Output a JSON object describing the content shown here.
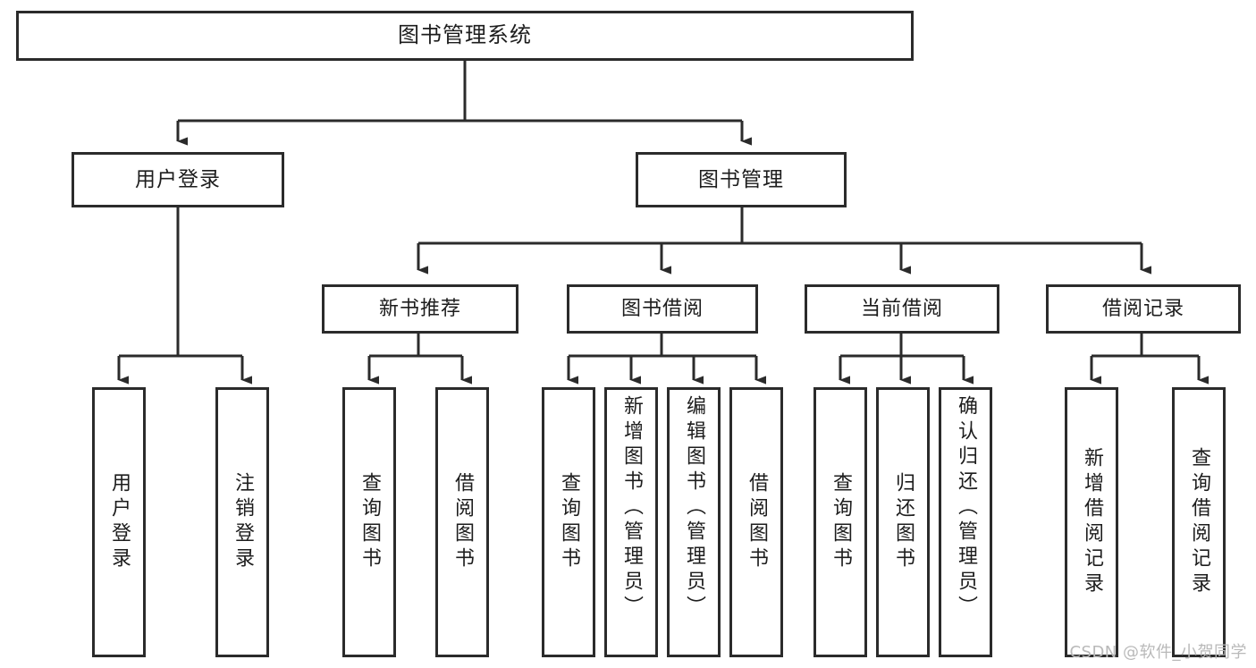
{
  "diagram": {
    "title": "图书管理系统",
    "type": "hierarchy-tree",
    "root": {
      "label": "图书管理系统"
    },
    "level1": [
      {
        "label": "用户登录"
      },
      {
        "label": "图书管理"
      }
    ],
    "level2": [
      {
        "label": "新书推荐"
      },
      {
        "label": "图书借阅"
      },
      {
        "label": "当前借阅"
      },
      {
        "label": "借阅记录"
      }
    ],
    "leaves": {
      "user_login": [
        {
          "label": "用户登录"
        },
        {
          "label": "注销登录"
        }
      ],
      "new_book_recommend": [
        {
          "label": "查询图书"
        },
        {
          "label": "借阅图书"
        }
      ],
      "book_borrow": [
        {
          "label": "查询图书"
        },
        {
          "label": "新增图书（管理员）"
        },
        {
          "label": "编辑图书（管理员）"
        },
        {
          "label": "借阅图书"
        }
      ],
      "current_borrow": [
        {
          "label": "查询图书"
        },
        {
          "label": "归还图书"
        },
        {
          "label": "确认归还（管理员）"
        }
      ],
      "borrow_record": [
        {
          "label": "新增借阅记录"
        },
        {
          "label": "查询借阅记录"
        }
      ]
    }
  },
  "watermark": {
    "text": "CSDN @软件_小贺同学"
  },
  "colors": {
    "border": "#2b2b2b",
    "background": "#ffffff",
    "text": "#1d1d1d",
    "watermark": "#b9b9b9"
  }
}
